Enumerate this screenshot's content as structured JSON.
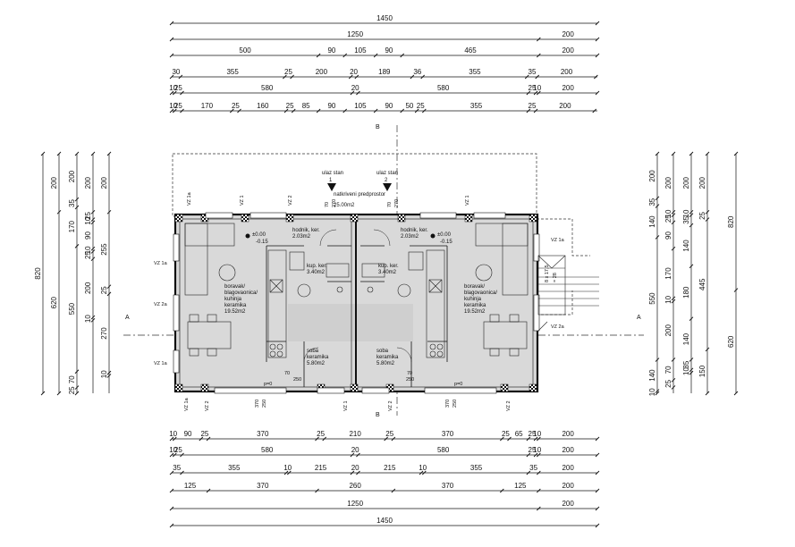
{
  "dims_top": [
    [
      "1450"
    ],
    [
      "1250",
      "200"
    ],
    [
      "500",
      "90",
      "105",
      "90",
      "465",
      "200"
    ],
    [
      "30",
      "355",
      "25",
      "200",
      "20",
      "189",
      "36",
      "355",
      "35",
      "200"
    ],
    [
      "10",
      "25",
      "580",
      "20",
      "580",
      "25",
      "10",
      "200"
    ],
    [
      "10",
      "25",
      "170",
      "25",
      "160",
      "25",
      "85",
      "90",
      "105",
      "90",
      "50",
      "25",
      "355",
      "25",
      "200"
    ]
  ],
  "dims_bottom": [
    [
      "10",
      "90",
      "25",
      "370",
      "25",
      "210",
      "25",
      "370",
      "25",
      "65",
      "25",
      "10",
      "200"
    ],
    [
      "10",
      "25",
      "580",
      "20",
      "580",
      "25",
      "10",
      "200"
    ],
    [
      "35",
      "355",
      "10",
      "215",
      "20",
      "215",
      "10",
      "355",
      "35",
      "200"
    ],
    [
      "125",
      "370",
      "260",
      "370",
      "125",
      "200"
    ],
    [
      "1250",
      "200"
    ],
    [
      "1450"
    ]
  ],
  "dims_left": [
    [
      "820"
    ],
    [
      "200",
      "620"
    ],
    [
      "200",
      "35",
      "170",
      "550",
      "70",
      "25"
    ],
    [
      "200",
      "25",
      "10",
      "90",
      "10",
      "25",
      "200",
      "10"
    ],
    [
      "200",
      "255",
      "25",
      "270",
      "10"
    ]
  ],
  "dims_right": [
    [
      "200",
      "35",
      "140",
      "550",
      "140",
      "10"
    ],
    [
      "200",
      "10",
      "25",
      "90",
      "170",
      "10",
      "200",
      "70",
      "25"
    ],
    [
      "200",
      "10",
      "35",
      "140",
      "180",
      "140",
      "35",
      "10"
    ],
    [
      "200",
      "25",
      "445",
      "150"
    ],
    [
      "820",
      "620"
    ]
  ],
  "section_markers": {
    "a": "A",
    "b": "B"
  },
  "entries": {
    "left": "ulaz stan",
    "left_num": "1",
    "right": "ulaz stan",
    "right_num": "2"
  },
  "porch": {
    "name": "natkriveni predprostor",
    "area": "25.00m2"
  },
  "rooms": {
    "living_left": [
      "boravak/",
      "blagovaonica/",
      "kuhinja",
      "keramika",
      "19.52m2"
    ],
    "living_right": [
      "boravak/",
      "blagovaonica/",
      "kuhinja",
      "keramika",
      "19.52m2"
    ],
    "hall_left": [
      "hodnik, ker.",
      "2.03m2"
    ],
    "hall_right": [
      "hodnik, ker.",
      "2.03m2"
    ],
    "bath_left": [
      "kup. ker.",
      "3.40m2"
    ],
    "bath_right": [
      "kup. ker.",
      "3.40m2"
    ],
    "room_left": [
      "soba",
      "keramika",
      "5.80m2"
    ],
    "room_right": [
      "soba",
      "keramika",
      "5.80m2"
    ]
  },
  "levels": {
    "left_top": "±0.00",
    "left_bot": "-0.15",
    "right_top": "±0.00",
    "right_bot": "-0.15"
  },
  "vz_tags": {
    "t1": "VZ 1",
    "t1a": "VZ 1a",
    "t2": "VZ 2",
    "t2a": "VZ 2a"
  },
  "door_dims": {
    "d70": "70",
    "d250": "250",
    "p0": "p=0",
    "v370": "370",
    "v250": "250",
    "v70": "70",
    "v270": "270"
  },
  "stair": {
    "n8": "8 x 17,5",
    "n28": "= 28"
  }
}
